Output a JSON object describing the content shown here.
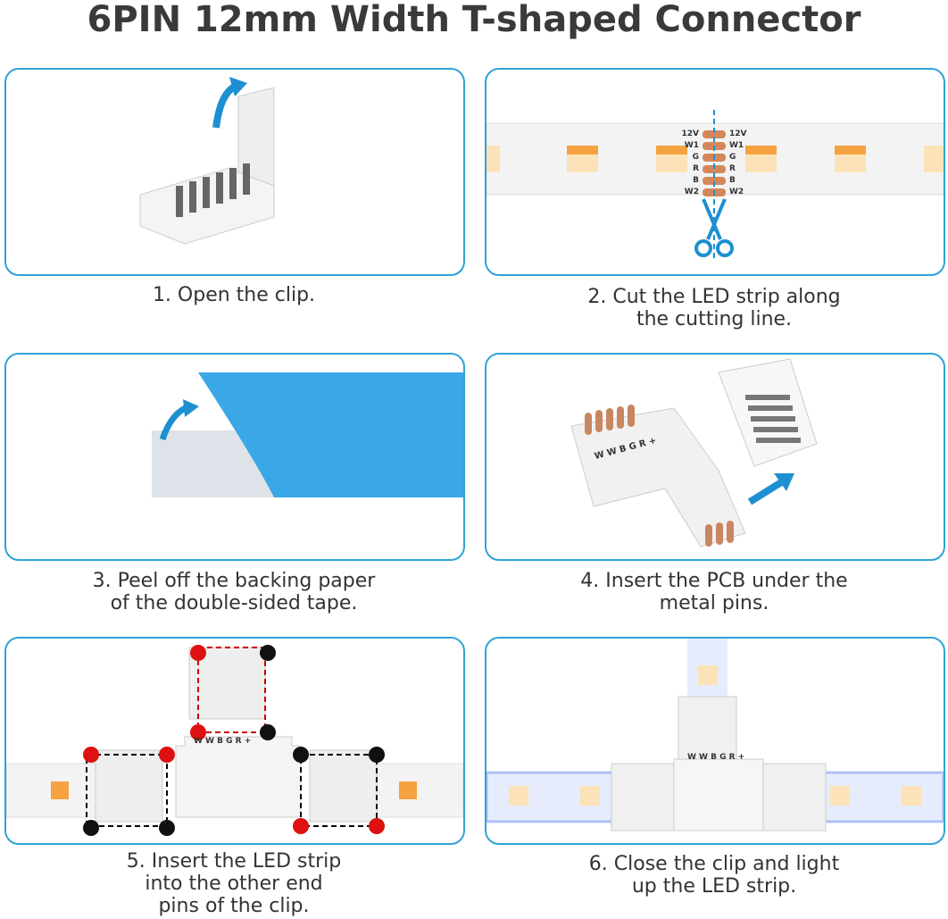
{
  "title": "6PIN 12mm Width T-shaped Connector",
  "accent": "#2ea3d6",
  "pin_labels": [
    "12V",
    "W1",
    "G",
    "R",
    "B",
    "W2"
  ],
  "pcb_labels": "W W B G R +",
  "steps": [
    {
      "lines": [
        "1. Open the clip."
      ]
    },
    {
      "lines": [
        "2. Cut the LED strip along",
        "the cutting line."
      ]
    },
    {
      "lines": [
        "3. Peel off the backing paper",
        "of the double-sided tape."
      ]
    },
    {
      "lines": [
        "4. Insert the PCB under the",
        "metal pins."
      ]
    },
    {
      "lines": [
        "5. Insert the LED strip",
        "into the other end",
        "pins of the clip."
      ]
    },
    {
      "lines": [
        "6. Close the clip and light",
        "up the LED strip."
      ]
    }
  ]
}
